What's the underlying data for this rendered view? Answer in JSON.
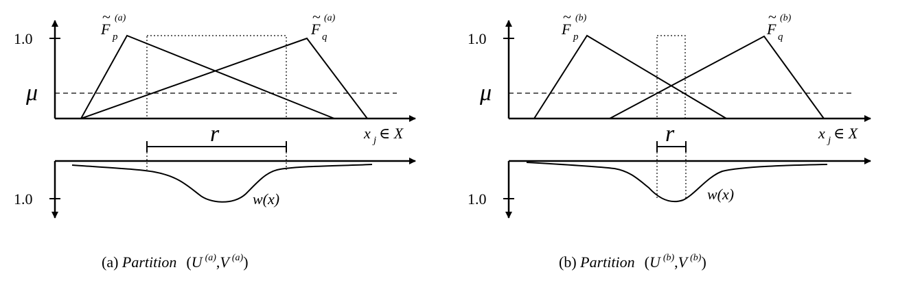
{
  "panels": [
    {
      "id": "a",
      "ytick_top": "1.0",
      "mu_label": "μ",
      "fp": {
        "base": "F",
        "tilde": "~",
        "sub": "p",
        "sup": "(a)"
      },
      "fq": {
        "base": "F",
        "tilde": "~",
        "sub": "q",
        "sup": "(a)"
      },
      "x_axis_label": {
        "x": "x",
        "sub": "j",
        "rest": " ∈ X"
      },
      "r_label": "r",
      "w_label": "w(x)",
      "w_tick": "1.0",
      "caption": {
        "prefix": "(a) ",
        "word": "Partition",
        "open": "(",
        "u": "U",
        "u_sup": "(a)",
        "comma": ",",
        "v": "V",
        "v_sup": "(a)",
        "close": ")"
      }
    },
    {
      "id": "b",
      "ytick_top": "1.0",
      "mu_label": "μ",
      "fp": {
        "base": "F",
        "tilde": "~",
        "sub": "p",
        "sup": "(b)"
      },
      "fq": {
        "base": "F",
        "tilde": "~",
        "sub": "q",
        "sup": "(b)"
      },
      "x_axis_label": {
        "x": "x",
        "sub": "j",
        "rest": " ∈ X"
      },
      "r_label": "r",
      "w_label": "w(x)",
      "w_tick": "1.0",
      "caption": {
        "prefix": "(b) ",
        "word": "Partition",
        "open": "(",
        "u": "U",
        "u_sup": "(b)",
        "comma": ",",
        "v": "V",
        "v_sup": "(b)",
        "close": ")"
      }
    }
  ]
}
